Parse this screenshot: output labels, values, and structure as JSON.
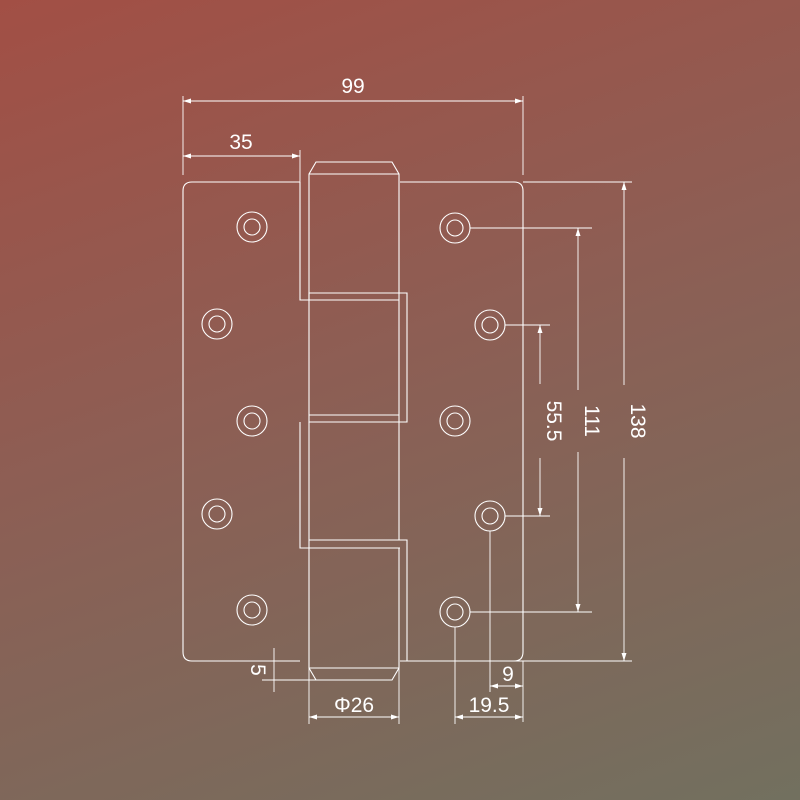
{
  "drawing": {
    "line_color": "#ffffff",
    "background_top": "#a24f45",
    "background_bottom": "#72705f"
  },
  "dimensions": {
    "overall_width": "99",
    "leaf_offset": "35",
    "overall_height": "138",
    "hole_span_outer": "111",
    "hole_span_inner": "55.5",
    "knuckle_diameter": "Φ26",
    "edge_offset": "5",
    "hole_edge_short": "9",
    "hole_edge_long": "19.5"
  }
}
